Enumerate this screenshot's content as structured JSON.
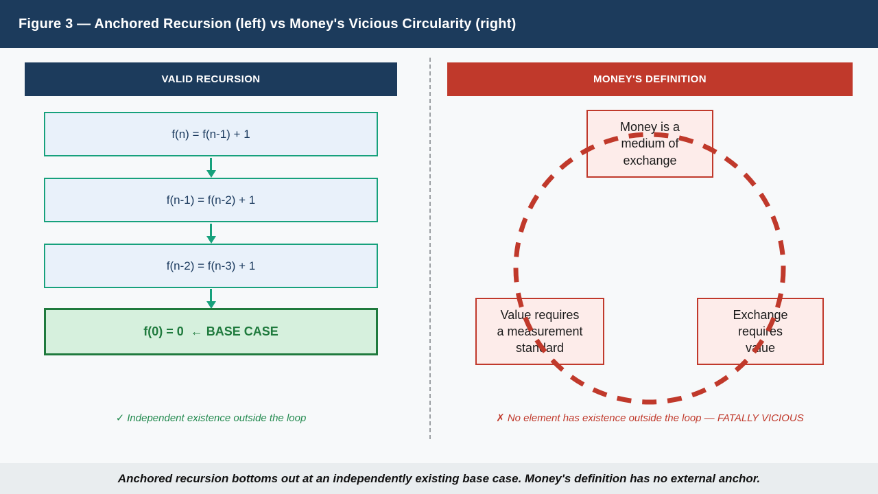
{
  "title_bar": {
    "title": "Figure 3 — Anchored Recursion (left) vs Money's Vicious Circularity (right)"
  },
  "left_panel": {
    "header": "VALID RECURSION",
    "steps": [
      "f(n) = f(n-1) + 1",
      "f(n-1) = f(n-2) + 1",
      "f(n-2) = f(n-3) + 1"
    ],
    "base_case": "f(0) = 0  ← BASE CASE",
    "caption_mark": "✓",
    "caption": "Independent existence outside the loop"
  },
  "right_panel": {
    "header": "MONEY'S DEFINITION",
    "nodes": {
      "top": "Money is a\nmedium of\nexchange",
      "left": "Value requires\na measurement\nstandard",
      "right": "Exchange\nrequires\nvalue"
    },
    "caption_mark": "✗",
    "caption": "No element has existence outside the loop — FATALLY VICIOUS"
  },
  "footer": {
    "note": "Anchored recursion bottoms out at an independently existing base case. Money's definition has no external anchor."
  },
  "colors": {
    "page-bg": "#f7f9fa",
    "navy": "#1c3b5c",
    "navy-text": "#1b3a5e",
    "teal": "#17a17c",
    "blue-fill": "#e9f1fa",
    "green-fill": "#d6f0dd",
    "green-dark": "#1f7a3d",
    "green-caption": "#238a4f",
    "red-dark": "#c0392b",
    "red-border": "#c0392b",
    "pink-fill": "#fdecea",
    "divider": "#9b9fa3",
    "footer-bg": "#e9edef"
  }
}
